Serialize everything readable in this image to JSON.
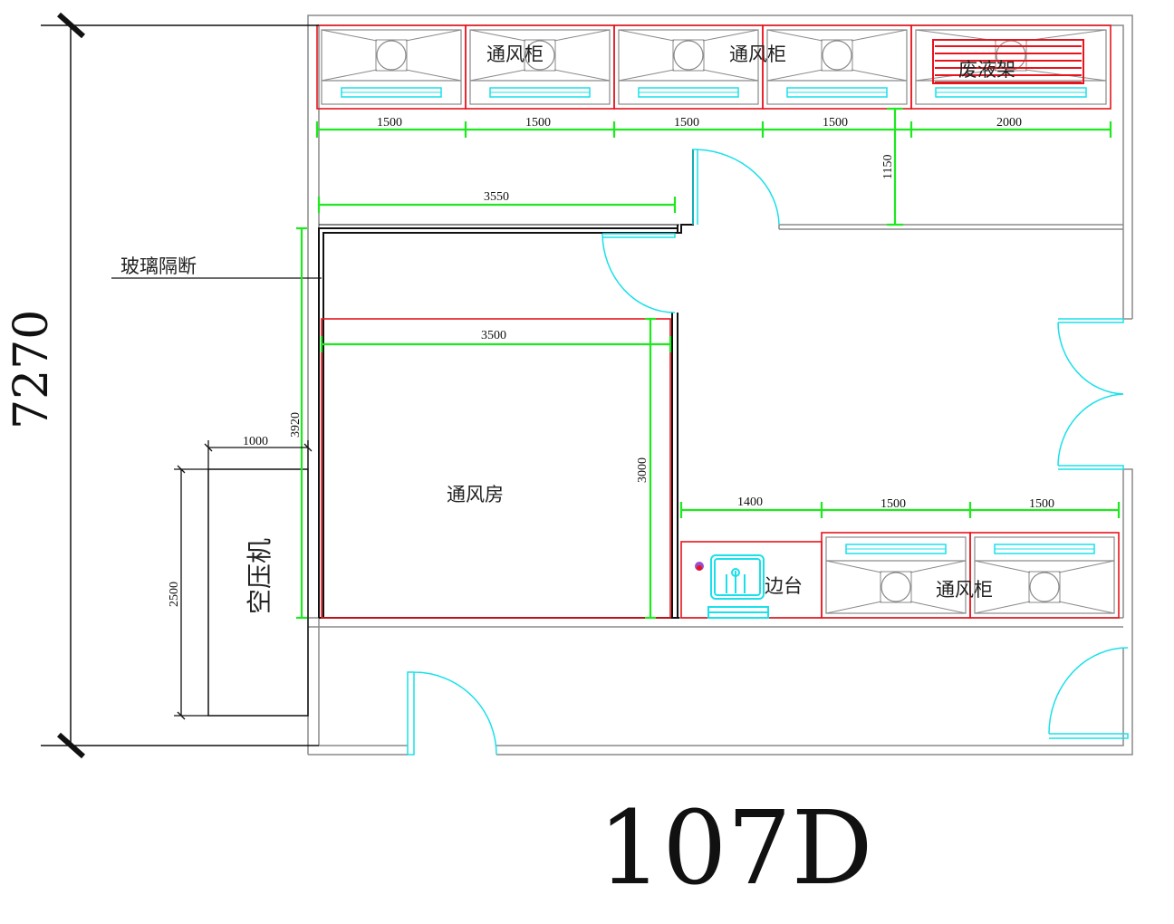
{
  "title": "107D",
  "overall_dimension": "7270",
  "labels": {
    "fume_hood_top_1": "通风柜",
    "fume_hood_top_2": "通风柜",
    "waste_rack": "废液架",
    "ventilation_room": "通风房",
    "air_compressor": "空压机",
    "glass_partition": "玻璃隔断",
    "side_bench": "边台",
    "fume_hood_bottom": "通风柜"
  },
  "dimensions": {
    "top": [
      "1500",
      "1500",
      "1500",
      "1500",
      "2000"
    ],
    "corridor": "1150",
    "partition_width": "3550",
    "room_width": "3500",
    "room_depth": "3000",
    "partition_height": "3920",
    "compressor_width": "1000",
    "compressor_length": "2500",
    "bottom": [
      "1400",
      "1500",
      "1500"
    ]
  },
  "colors": {
    "wall": "#8a8a8a",
    "furniture_outline": "#e8141c",
    "dimension": "#1ee81e",
    "door": "#19e0ea",
    "partition": "#111111"
  }
}
